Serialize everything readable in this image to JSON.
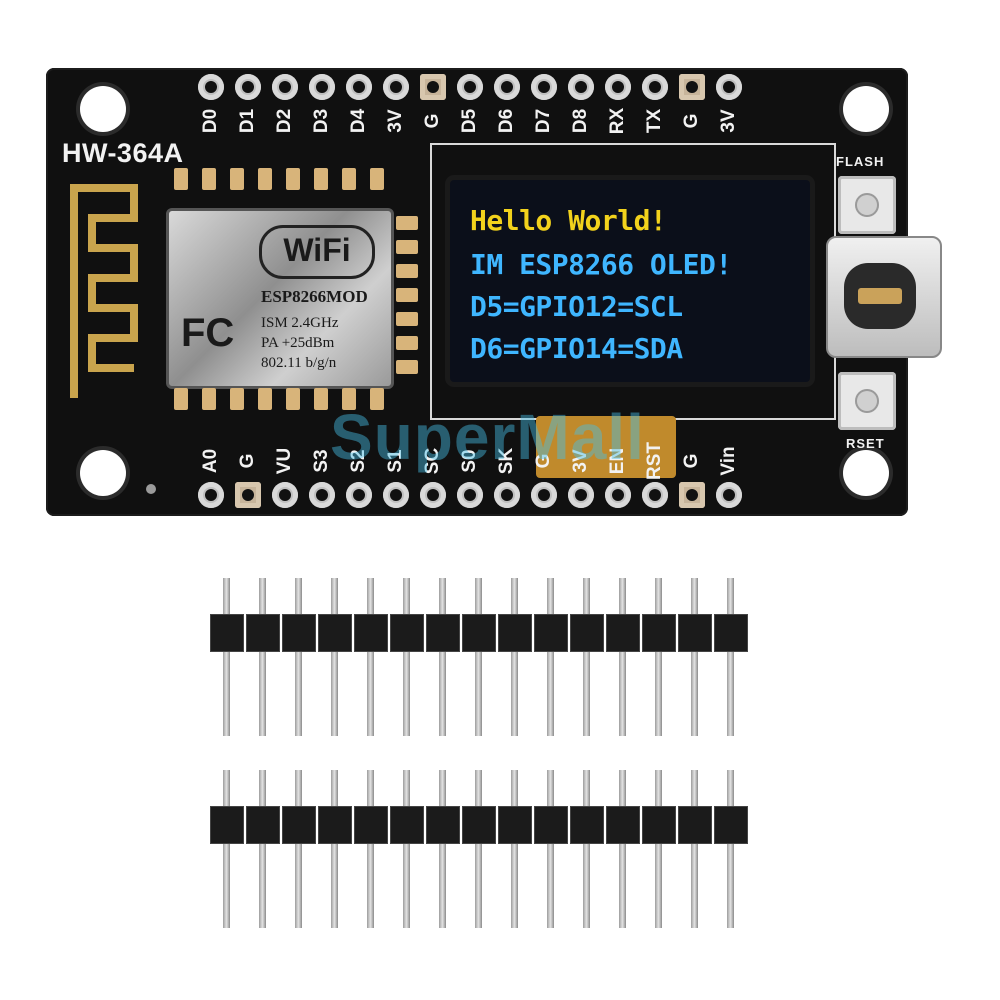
{
  "board": {
    "model": "HW-364A",
    "top_pins": [
      "D0",
      "D1",
      "D2",
      "D3",
      "D4",
      "3V",
      "G",
      "D5",
      "D6",
      "D7",
      "D8",
      "RX",
      "TX",
      "G",
      "3V"
    ],
    "bottom_pins": [
      "A0",
      "G",
      "VU",
      "S3",
      "S2",
      "S1",
      "SC",
      "S0",
      "SK",
      "G",
      "3V",
      "EN",
      "RST",
      "G",
      "Vin"
    ]
  },
  "module": {
    "logo": "WiFi",
    "name": "ESP8266MOD",
    "cert": "FC",
    "specs": [
      "ISM  2.4GHz",
      "PA   +25dBm",
      "802.11 b/g/n"
    ]
  },
  "oled": {
    "lines": [
      {
        "text": "Hello World!",
        "color": "#f2d21c"
      },
      {
        "text": "IM ESP8266 OLED!",
        "color": "#3fb6ff"
      },
      {
        "text": "D5=GPIO12=SCL",
        "color": "#3fb6ff"
      },
      {
        "text": "D6=GPIO14=SDA",
        "color": "#3fb6ff"
      }
    ]
  },
  "buttons": {
    "flash": "FLASH",
    "reset": "RSET"
  },
  "watermark": "SuperMall",
  "headers": {
    "count": 2,
    "pins_per_header": 15
  }
}
